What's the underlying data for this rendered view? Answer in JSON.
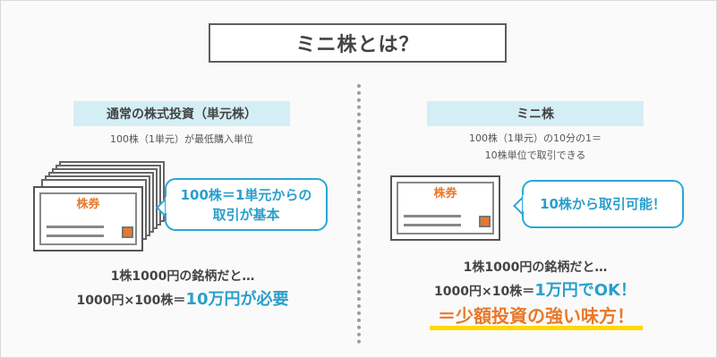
{
  "title": "ミニ株とは？",
  "left": {
    "label": "通常の株式投資（単元株）",
    "sub": "100株（1単元）が最低購入単位",
    "cert_label": "株券",
    "bubble_line1": "100株＝1単元からの",
    "bubble_line2": "取引が基本",
    "calc_line1": "1株1000円の銘柄だと…",
    "calc_line2_prefix": "1000円×100株＝",
    "calc_line2_emphasis": "10万円が必要"
  },
  "right": {
    "label": "ミニ株",
    "sub_line1": "100株（1単元）の10分の1＝",
    "sub_line2": "10株単位で取引できる",
    "cert_label": "株券",
    "bubble_text": "10株から取引可能！",
    "calc_line1": "1株1000円の銘柄だと…",
    "calc_line2_prefix": "1000円×10株＝",
    "calc_line2_emphasis": "1万円でOK！",
    "highlight": "＝少額投資の強い味方！"
  },
  "colors": {
    "accent_blue": "#2aa7d4",
    "accent_orange": "#e8792b",
    "label_bg": "#d4eef6",
    "highlight_underline": "#ffd700"
  }
}
